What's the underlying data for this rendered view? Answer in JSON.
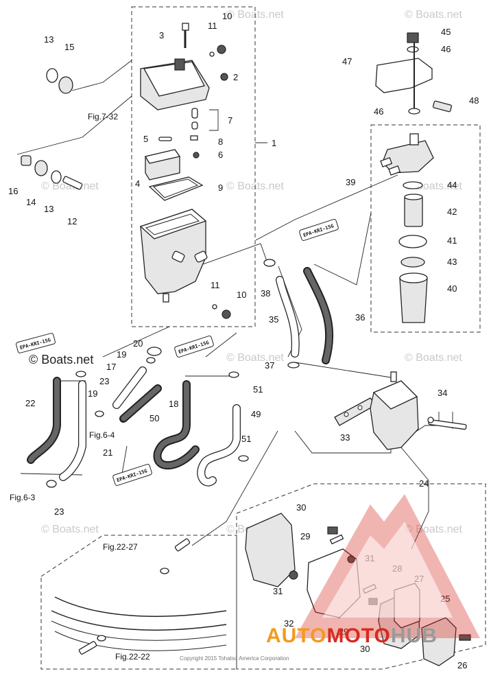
{
  "watermarks": [
    "Boats.net",
    "© Boats.net"
  ],
  "copyright": "Copyright 2015 Tohatsu America Corporation",
  "brand": {
    "auto": "AUTO",
    "moto": "MOTO",
    "hub": "HUB",
    "colors": {
      "red": "#d62b1f",
      "orange": "#f39a1e",
      "gray": "#9a9a9a"
    }
  },
  "epa_label": "EPA-KRI-15G",
  "figure_refs": {
    "fig_7_32": "Fig.7-32",
    "fig_6_4": "Fig.6-4",
    "fig_6_3": "Fig.6-3",
    "fig_22_27": "Fig.22-27",
    "fig_22_22": "Fig.22-22"
  },
  "callouts": {
    "c1": "1",
    "c2": "2",
    "c3": "3",
    "c4": "4",
    "c5": "5",
    "c6": "6",
    "c7": "7",
    "c8": "8",
    "c9": "9",
    "c10a": "10",
    "c10b": "10",
    "c11a": "11",
    "c11b": "11",
    "c12": "12",
    "c13a": "13",
    "c13b": "13",
    "c14": "14",
    "c15": "15",
    "c16": "16",
    "c17": "17",
    "c18": "18",
    "c19a": "19",
    "c19b": "19",
    "c20": "20",
    "c21": "21",
    "c22": "22",
    "c23a": "23",
    "c23b": "23",
    "c24": "24",
    "c25": "25",
    "c26": "26",
    "c27": "27",
    "c28": "28",
    "c29a": "29",
    "c29b": "29",
    "c30a": "30",
    "c30b": "30",
    "c31a": "31",
    "c31b": "31",
    "c32": "32",
    "c33": "33",
    "c34": "34",
    "c35": "35",
    "c36": "36",
    "c37": "37",
    "c38": "38",
    "c39": "39",
    "c40": "40",
    "c41": "41",
    "c42": "42",
    "c43": "43",
    "c44": "44",
    "c45": "45",
    "c46a": "46",
    "c46b": "46",
    "c47": "47",
    "c48": "48",
    "c49": "49",
    "c50": "50",
    "c51a": "51",
    "c51b": "51"
  }
}
